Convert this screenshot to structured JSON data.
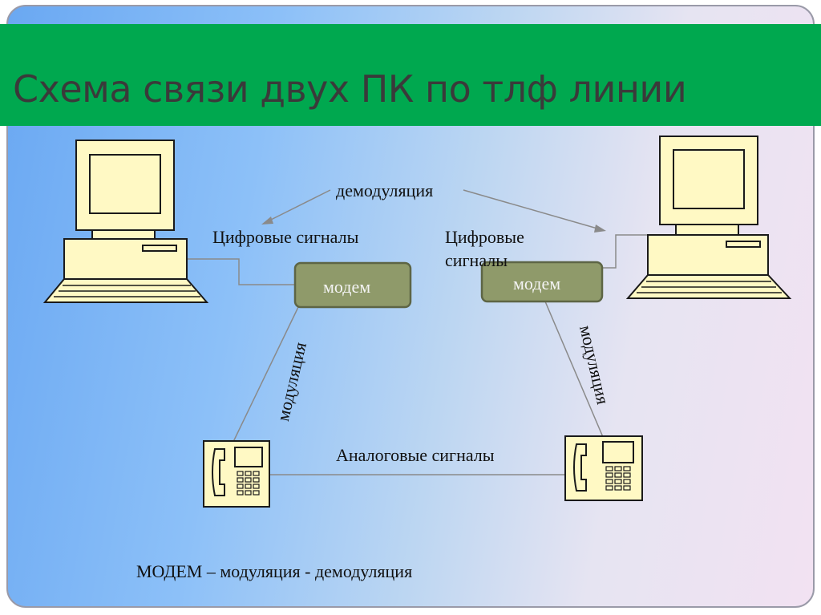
{
  "title": "Схема связи двух ПК по тлф линии",
  "labels": {
    "demodulation": "демодуляция",
    "digital_left": "Цифровые сигналы",
    "digital_right_line1": "Цифровые",
    "digital_right_line2": "сигналы",
    "modem_left": "модем",
    "modem_right": "модем",
    "modulation_left": "модуляция",
    "modulation_right": "модуляция",
    "analog": "Аналоговые сигналы",
    "footer": "МОДЕМ – модуляция - демодуляция"
  },
  "colors": {
    "title_bar": "#00a84f",
    "device_fill": "#fff9c4",
    "modem_fill": "#8f9a6a",
    "line": "#8a8a8a"
  },
  "icons": [
    "computer-left-icon",
    "computer-right-icon",
    "phone-left-icon",
    "phone-right-icon"
  ]
}
